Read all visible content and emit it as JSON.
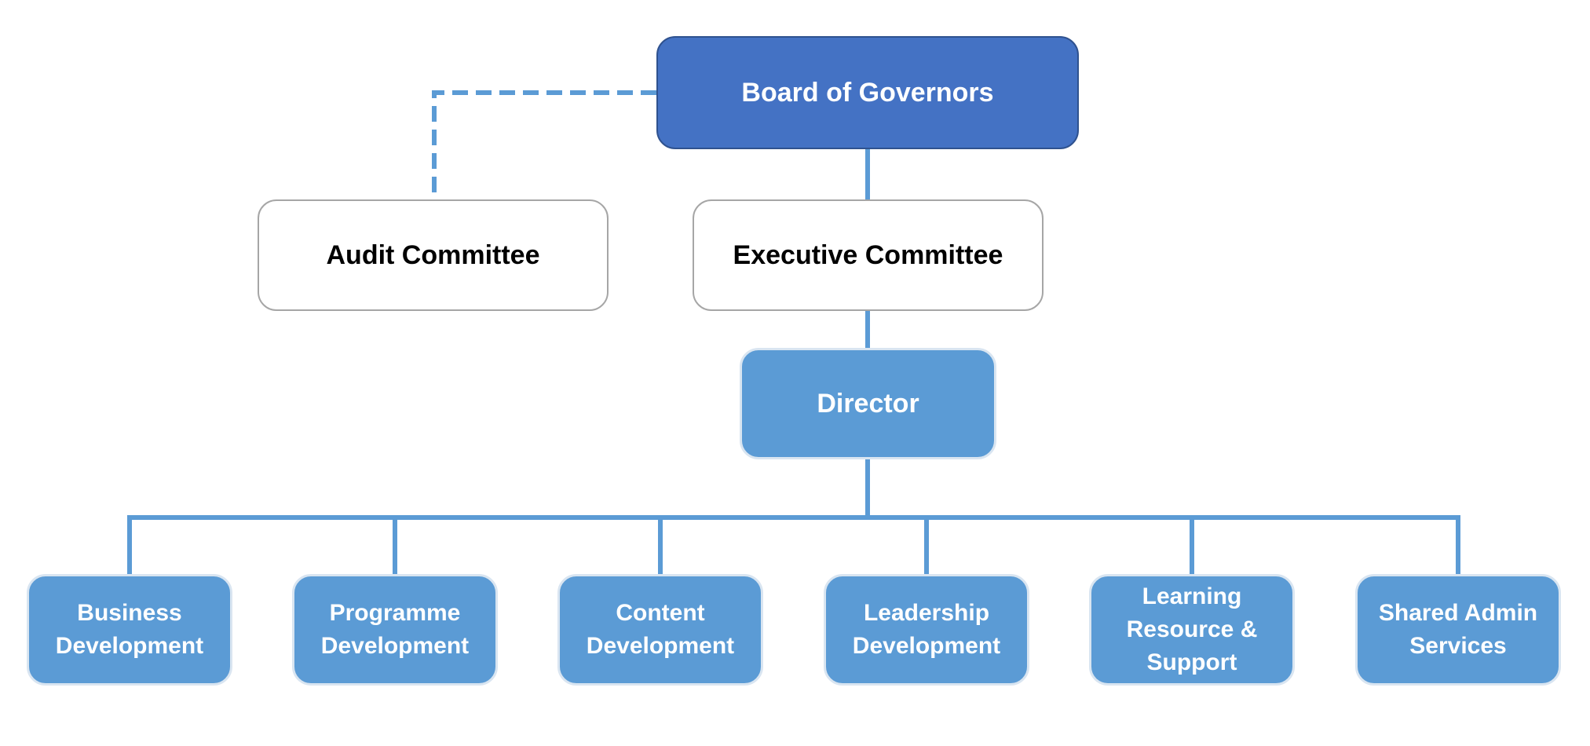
{
  "org_chart": {
    "board": {
      "label": "Board of Governors"
    },
    "audit_committee": {
      "label": "Audit Committee"
    },
    "executive_committee": {
      "label": "Executive Committee"
    },
    "director": {
      "label": "Director"
    },
    "units": [
      {
        "label": "Business Development"
      },
      {
        "label": "Programme Development"
      },
      {
        "label": "Content Development"
      },
      {
        "label": "Leadership Development"
      },
      {
        "label": "Learning Resource & Support"
      },
      {
        "label": "Shared Admin Services"
      }
    ]
  },
  "colors": {
    "board_fill": "#4472c4",
    "unit_fill": "#5b9bd5",
    "connector": "#5b9bd5",
    "committee_fill": "#ffffff"
  }
}
